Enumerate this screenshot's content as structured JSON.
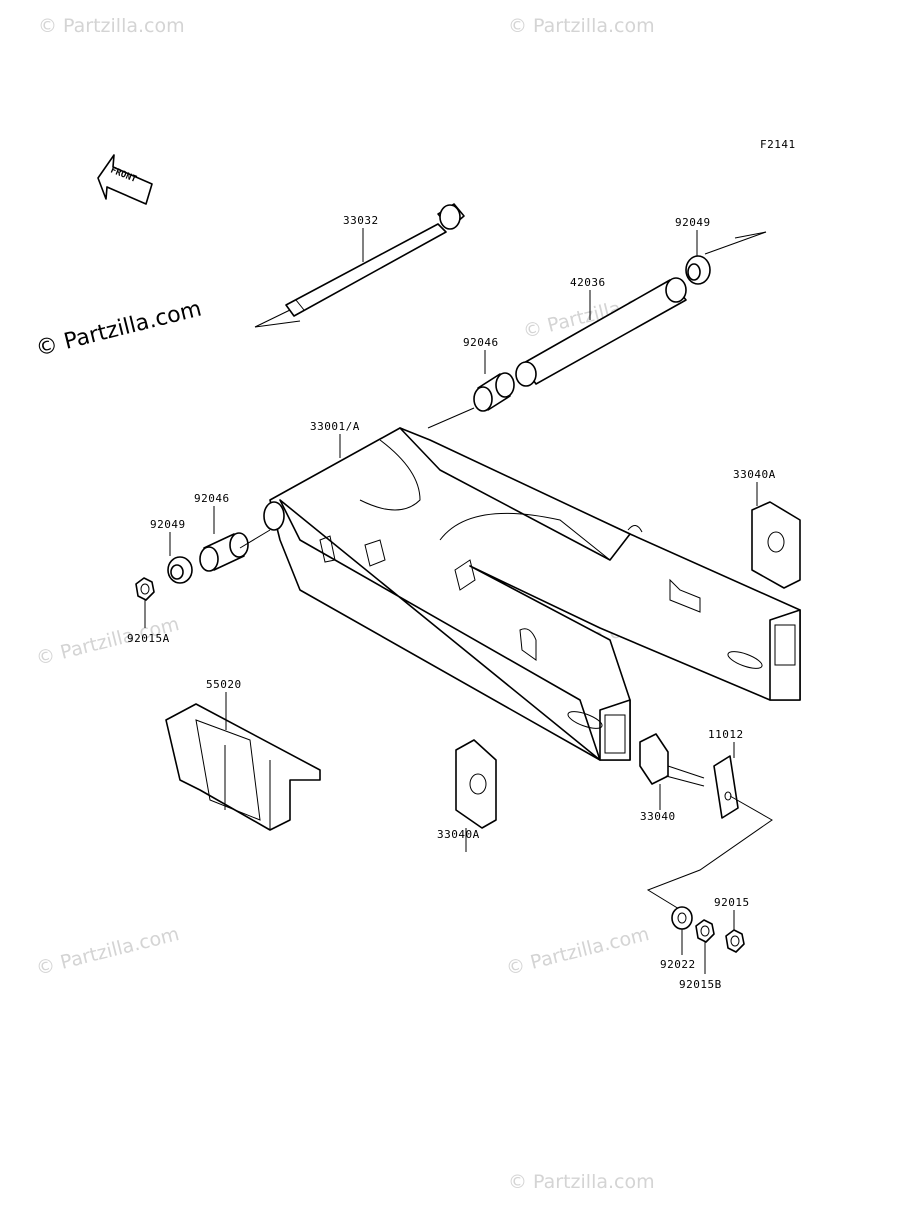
{
  "figure_code": "F2141",
  "watermarks": [
    "© Partzilla.com",
    "© Partzilla.com",
    "© Partzilla.com",
    "© Partzilla.com",
    "© Partzilla.com",
    "© Partzilla.com",
    "© Partzilla.com",
    "© Partzilla.com"
  ],
  "watermark_main": "© Partzilla.com",
  "front_label": "FRONT",
  "parts": [
    {
      "number": "33032",
      "name": "pivot-shaft"
    },
    {
      "number": "92049",
      "name": "seal-right"
    },
    {
      "number": "42036",
      "name": "pipe"
    },
    {
      "number": "92046",
      "name": "bearing-right"
    },
    {
      "number": "33001/A",
      "name": "swingarm"
    },
    {
      "number": "33040A",
      "name": "chain-adjuster-plate-right"
    },
    {
      "number": "92046",
      "name": "bearing-left"
    },
    {
      "number": "92049",
      "name": "seal-left"
    },
    {
      "number": "92015A",
      "name": "nut-left"
    },
    {
      "number": "55020",
      "name": "chain-guard"
    },
    {
      "number": "11012",
      "name": "adjuster-block"
    },
    {
      "number": "33040A",
      "name": "chain-adjuster-plate-left"
    },
    {
      "number": "33040",
      "name": "chain-adjuster-bolt"
    },
    {
      "number": "92015",
      "name": "nut"
    },
    {
      "number": "92022",
      "name": "washer"
    },
    {
      "number": "92015B",
      "name": "lock-nut"
    }
  ]
}
